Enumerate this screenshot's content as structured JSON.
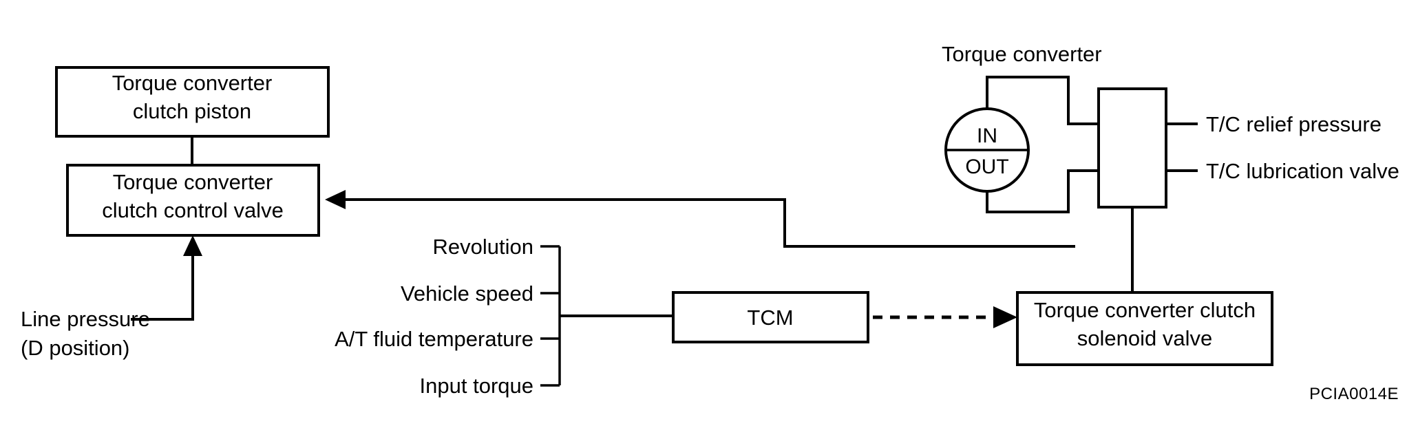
{
  "diagram": {
    "title_note": "Torque converter",
    "reference_code": "PCIA0014E",
    "boxes": [
      {
        "id": "tcc-piston",
        "lines": [
          "Torque converter",
          "clutch piston"
        ]
      },
      {
        "id": "tcc-control-valve",
        "lines": [
          "Torque converter",
          "clutch control valve"
        ]
      },
      {
        "id": "tcm",
        "lines": [
          "TCM"
        ]
      },
      {
        "id": "tcc-solenoid-valve",
        "lines": [
          "Torque converter clutch",
          "solenoid valve"
        ]
      }
    ],
    "converter_circle": {
      "top_label": "IN",
      "bottom_label": "OUT"
    },
    "left_source": {
      "lines": [
        "Line pressure",
        "(D position)"
      ]
    },
    "tcm_inputs": [
      "Revolution",
      "Vehicle speed",
      "A/T fluid temperature",
      "Input torque"
    ],
    "valve_outputs": [
      "T/C relief pressure",
      "T/C lubrication valve"
    ],
    "colors": {
      "stroke": "#000000",
      "background": "#ffffff",
      "text": "#000000"
    }
  }
}
